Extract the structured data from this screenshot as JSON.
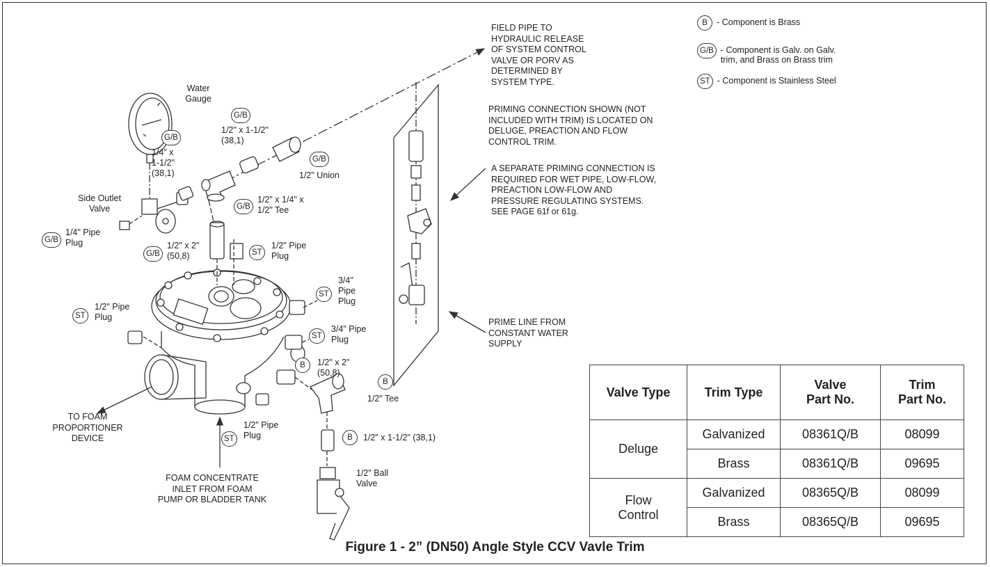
{
  "legend": [
    {
      "tag": "B",
      "text": "- Component is Brass"
    },
    {
      "tag": "G/B",
      "text": "- Component is Galv. on Galv.\ntrim, and Brass on Brass trim"
    },
    {
      "tag": "ST",
      "text": "- Component is Stainless Steel"
    }
  ],
  "notes": {
    "field_pipe": "FIELD PIPE TO\nHYDRAULIC RELEASE\nOF SYSTEM CONTROL\nVALVE OR PORV AS\nDETERMINED BY\nSYSTEM TYPE.",
    "priming_shown": "PRIMING CONNECTION SHOWN  (NOT\nINCLUDED WITH TRIM) IS LOCATED ON\nDELUGE, PREACTION AND FLOW\nCONTROL TRIM.",
    "separate_priming": "A SEPARATE PRIMING CONNECTION IS\nREQUIRED FOR WET PIPE, LOW-FLOW,\nPREACTION LOW-FLOW AND\nPRESSURE REGULATING SYSTEMS.\nSEE PAGE 61f or 61g.",
    "prime_line": "PRIME LINE FROM\nCONSTANT WATER\nSUPPLY",
    "to_foam": "TO FOAM\nPROPORTIONER\nDEVICE",
    "foam_inlet": "FOAM CONCENTRATE\nINLET FROM FOAM\nPUMP OR BLADDER TANK"
  },
  "components": {
    "water_gauge": {
      "text": "Water\nGauge"
    },
    "nipple_half_1_5": {
      "tag": "G/B",
      "text": "1/2\" x 1-1/2\"\n(38,1)"
    },
    "union": {
      "tag": "G/B",
      "text": "1/2\" Union"
    },
    "nipple_quarter": {
      "tag": "G/B",
      "text": "1/4\" x\n1-1/2\"\n(38,1)"
    },
    "tee_top": {
      "tag": "G/B",
      "text": "1/2\" x 1/4\" x\n1/2\" Tee"
    },
    "side_outlet": {
      "text": "Side Outlet\nValve"
    },
    "quarter_plug": {
      "tag": "G/B",
      "text": "1/4\" Pipe\nPlug"
    },
    "nipple_half_2_top": {
      "tag": "G/B",
      "text": "1/2\" x 2\"\n(50,8)"
    },
    "plug_top": {
      "tag": "ST",
      "text": "1/2\" Pipe\nPlug"
    },
    "plug_3_4_a": {
      "tag": "ST",
      "text": "3/4\"\nPipe\nPlug"
    },
    "plug_left": {
      "tag": "ST",
      "text": "1/2\" Pipe\nPlug"
    },
    "plug_3_4_b": {
      "tag": "ST",
      "text": "3/4\" Pipe\nPlug"
    },
    "nipple_brass_2": {
      "tag": "B",
      "text": "1/2\" x 2\"\n(50,8)"
    },
    "tee_brass": {
      "tag": "B",
      "text": "1/2\" Tee"
    },
    "plug_bottom": {
      "tag": "ST",
      "text": "1/2\" Pipe\nPlug"
    },
    "nipple_brass_1_5": {
      "tag": "B",
      "text": "1/2\" x 1-1/2\" (38,1)"
    },
    "ball_valve": {
      "text": "1/2\" Ball\nValve"
    }
  },
  "table": {
    "headers": [
      "Valve Type",
      "Trim Type",
      "Valve\nPart No.",
      "Trim\nPart No."
    ],
    "groups": [
      {
        "valve_type": "Deluge",
        "rows": [
          {
            "trim_type": "Galvanized",
            "valve_part": "08361Q/B",
            "trim_part": "08099"
          },
          {
            "trim_type": "Brass",
            "valve_part": "08361Q/B",
            "trim_part": "09695"
          }
        ]
      },
      {
        "valve_type": "Flow\nControl",
        "rows": [
          {
            "trim_type": "Galvanized",
            "valve_part": "08365Q/B",
            "trim_part": "08099"
          },
          {
            "trim_type": "Brass",
            "valve_part": "08365Q/B",
            "trim_part": "09695"
          }
        ]
      }
    ]
  },
  "caption": "Figure 1  - 2” (DN50) Angle Style CCV Vavle Trim"
}
